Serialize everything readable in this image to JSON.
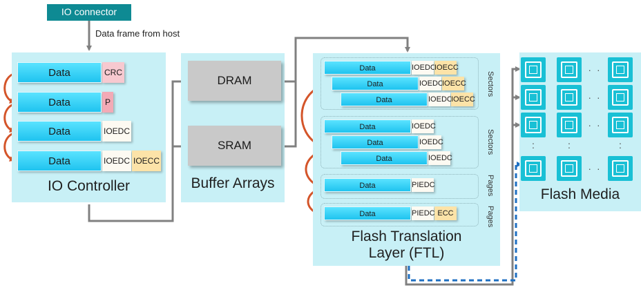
{
  "io_connector": "IO connector",
  "frame_label": "Data frame from host",
  "io_controller": {
    "title": "IO Controller",
    "rows": [
      {
        "data": "Data",
        "tags": [
          "CRC"
        ]
      },
      {
        "data": "Data",
        "tags": [
          "P"
        ]
      },
      {
        "data": "Data",
        "tags": [
          "IOEDC"
        ]
      },
      {
        "data": "Data",
        "tags": [
          "IOEDC",
          "IOECC"
        ]
      }
    ]
  },
  "buffer": {
    "title": "Buffer Arrays",
    "dram": "DRAM",
    "sram": "SRAM"
  },
  "ftl": {
    "title_line1": "Flash Translation",
    "title_line2": "Layer (FTL)",
    "group1": {
      "side": "Sectors",
      "rows": [
        {
          "data": "Data",
          "tags": [
            "IOEDC",
            "IOECC"
          ]
        },
        {
          "data": "Data",
          "tags": [
            "IOEDC",
            "IOECC"
          ]
        },
        {
          "data": "Data",
          "tags": [
            "IOEDC",
            "IOECC"
          ]
        }
      ]
    },
    "group2": {
      "side": "Sectors",
      "rows": [
        {
          "data": "Data",
          "tags": [
            "IOEDC"
          ]
        },
        {
          "data": "Data",
          "tags": [
            "IOEDC"
          ]
        },
        {
          "data": "Data",
          "tags": [
            "IOEDC"
          ]
        }
      ]
    },
    "group3": {
      "side": "Pages",
      "row": {
        "data": "Data",
        "tags": [
          "PIEDC"
        ]
      }
    },
    "group4": {
      "side": "Pages",
      "row": {
        "data": "Data",
        "tags": [
          "PIEDC",
          "ECC"
        ]
      }
    }
  },
  "flash_media": {
    "title": "Flash Media",
    "chip_icon": "flash-chip-icon"
  },
  "colors": {
    "panel": "#c8f0f6",
    "data_bar": "#2fd0f5",
    "connector": "#0e8a93",
    "memory": "#c9c9c9",
    "arrow_gray": "#808080",
    "arrow_orange": "#d4552a",
    "arrow_blue": "#1e6fc2",
    "chip": "#19c0d5"
  }
}
